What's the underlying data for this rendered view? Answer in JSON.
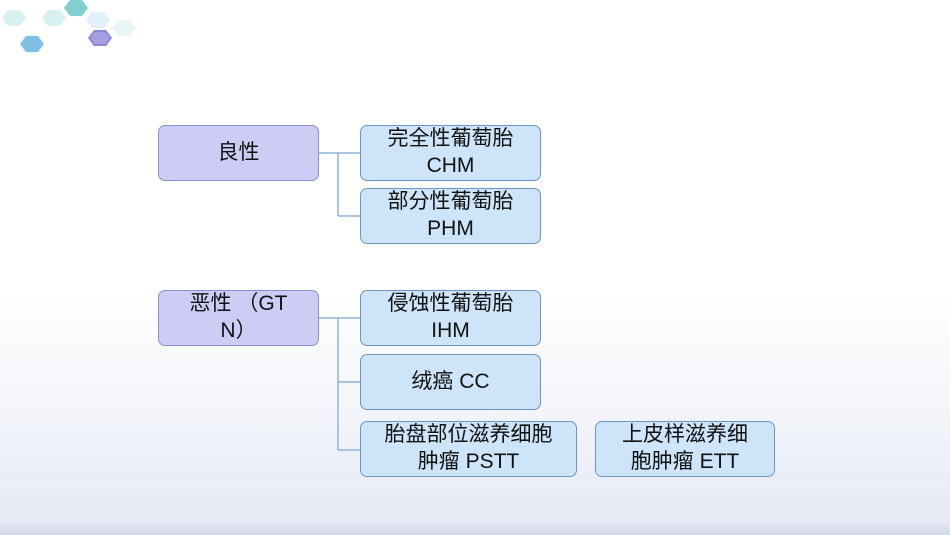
{
  "categories": [
    {
      "label": "良性",
      "children": [
        {
          "label": "完全性葡萄胎\nCHM"
        },
        {
          "label": "部分性葡萄胎\nPHM"
        }
      ]
    },
    {
      "label": "恶性 （GT\nN）",
      "children": [
        {
          "label": "侵蚀性葡萄胎\nIHM"
        },
        {
          "label": "绒癌 CC"
        },
        {
          "label": "胎盘部位滋养细胞\n肿瘤 PSTT"
        }
      ]
    }
  ],
  "extra": {
    "label": "上皮样滋养细\n胞肿瘤 ETT"
  },
  "colors": {
    "category_fill": "#ccccf5",
    "category_border": "#8a8fd0",
    "leaf_fill": "#cde4f9",
    "leaf_border": "#6f95bf",
    "connector": "#8fb3d8"
  }
}
